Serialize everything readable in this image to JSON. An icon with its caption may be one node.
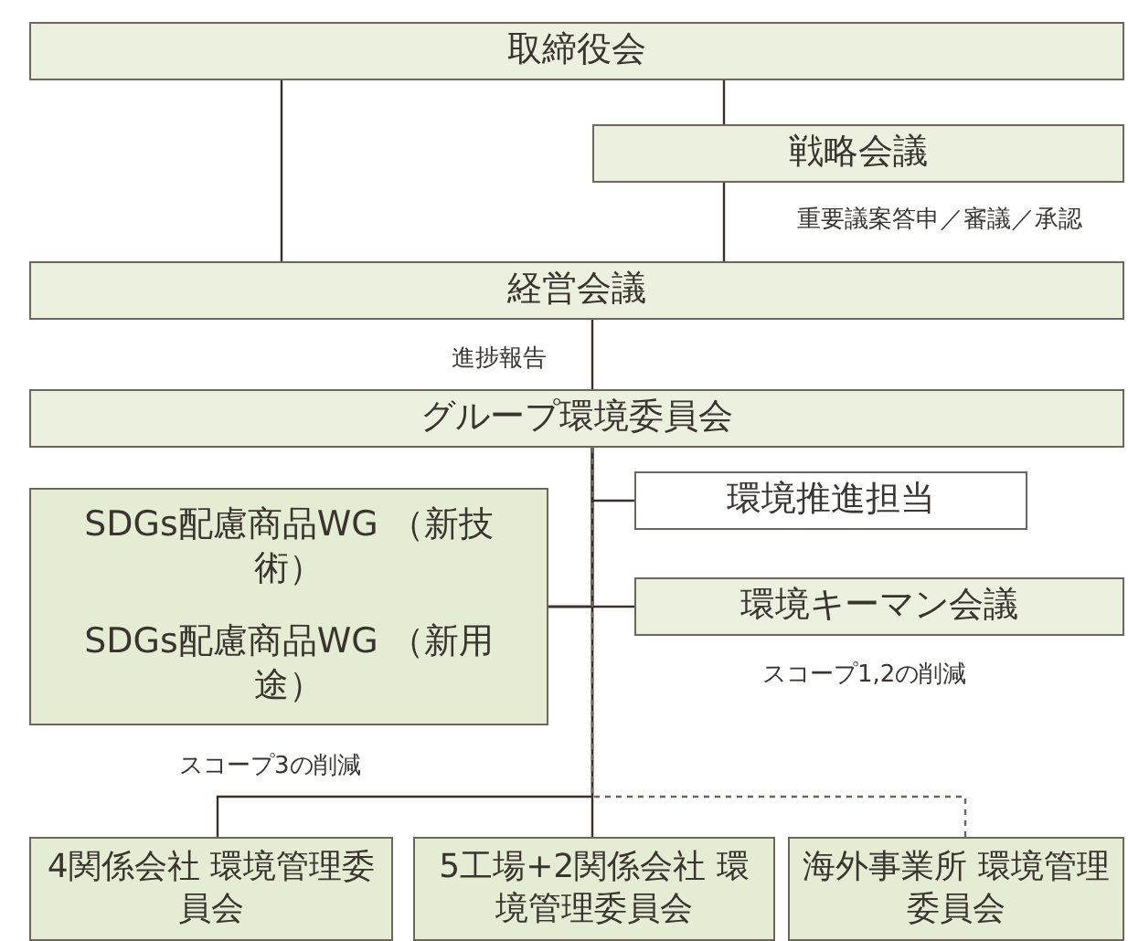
{
  "diagram": {
    "nodes": [
      {
        "text": [
          "取締役会"
        ]
      },
      {
        "text": [
          "戦略会議"
        ]
      },
      {
        "text": [
          "経営会議"
        ]
      },
      {
        "text": [
          "グループ環境委員会"
        ]
      },
      {
        "text": [
          "SDGs配慮商品WG （新技術）"
        ]
      },
      {
        "text": [
          "SDGs配慮商品WG （新用途）"
        ]
      },
      {
        "text": [
          "環境推進担当"
        ]
      },
      {
        "text": [
          "環境キーマン会議"
        ]
      },
      {
        "text": [
          "4関係会社 環境管理委員会"
        ]
      },
      {
        "text": [
          "5工場+2関係会社 環境管理委員会"
        ]
      },
      {
        "text": [
          "海外事業所 環境管理委員会"
        ]
      }
    ],
    "edges": [
      {
        "from": 0,
        "to": 2,
        "arrow": "none"
      },
      {
        "from": 0,
        "to": 1,
        "arrow": "none"
      },
      {
        "from": 1,
        "to": 2,
        "arrow": "none"
      },
      {
        "from": 2,
        "to": 3,
        "arrow": "none",
        "label": "進捗報告"
      },
      {
        "from": 3,
        "to": 6,
        "arrow": "none"
      },
      {
        "from": 3,
        "to": 7,
        "arrow": "none"
      },
      {
        "from": 3,
        "to": 4,
        "arrow": "none"
      },
      {
        "from": 3,
        "to": 5,
        "arrow": "none"
      },
      {
        "from": 3,
        "to": 8,
        "arrow": "none"
      },
      {
        "from": 3,
        "to": 9,
        "arrow": "none"
      },
      {
        "from": 3,
        "to": 10,
        "arrow": "none",
        "style": "dashed"
      }
    ],
    "labels": [
      "重要議案答申／審議／承認",
      "スコープ1,2の削減",
      "スコープ3の削減"
    ]
  }
}
